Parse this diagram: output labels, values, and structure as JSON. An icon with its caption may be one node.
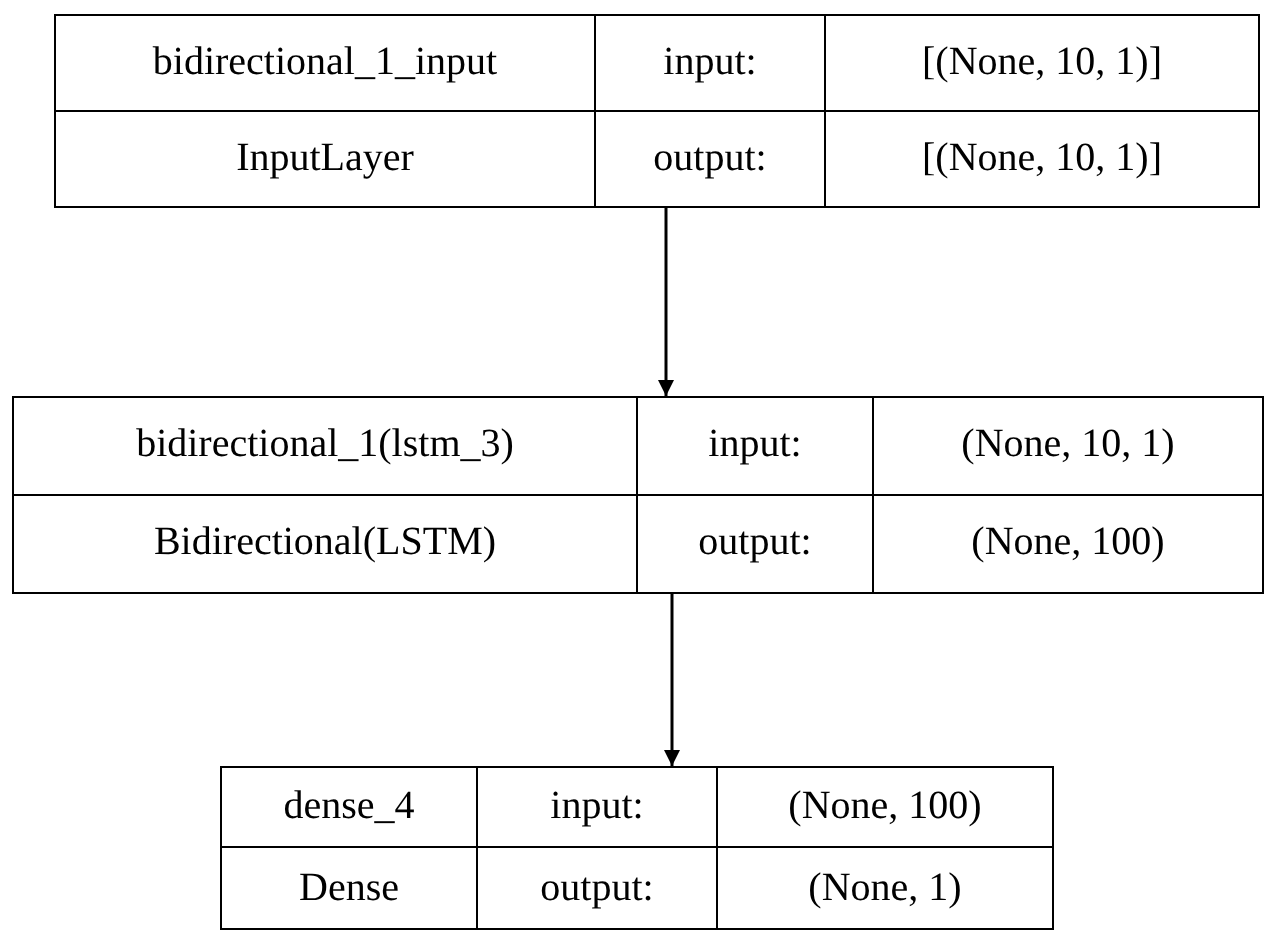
{
  "diagram": {
    "nodes": [
      {
        "text": [
          "bidirectional_1_input",
          "input:",
          "[(None, 10, 1)]",
          "InputLayer",
          "output:",
          "[(None, 10, 1)]"
        ]
      },
      {
        "text": [
          "bidirectional_1(lstm_3)",
          "input:",
          "(None, 10, 1)",
          "Bidirectional(LSTM)",
          "output:",
          "(None, 100)"
        ]
      },
      {
        "text": [
          "dense_4",
          "input:",
          "(None, 100)",
          "Dense",
          "output:",
          "(None, 1)"
        ]
      }
    ],
    "edges": [
      {
        "from": 0,
        "to": 1,
        "arrow": "to"
      },
      {
        "from": 1,
        "to": 2,
        "arrow": "to"
      }
    ]
  }
}
